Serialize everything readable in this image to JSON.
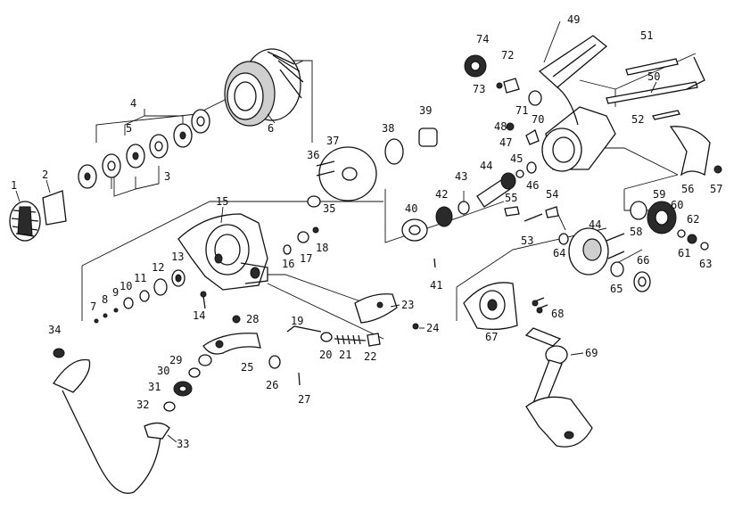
{
  "labels": [
    {
      "id": "1",
      "text": "1"
    },
    {
      "id": "2",
      "text": "2"
    },
    {
      "id": "3",
      "text": "3"
    },
    {
      "id": "4",
      "text": "4"
    },
    {
      "id": "5",
      "text": "5"
    },
    {
      "id": "6",
      "text": "6"
    },
    {
      "id": "7",
      "text": "7"
    },
    {
      "id": "8",
      "text": "8"
    },
    {
      "id": "9",
      "text": "9"
    },
    {
      "id": "10",
      "text": "10"
    },
    {
      "id": "11",
      "text": "11"
    },
    {
      "id": "12",
      "text": "12"
    },
    {
      "id": "13",
      "text": "13"
    },
    {
      "id": "14",
      "text": "14"
    },
    {
      "id": "15",
      "text": "15"
    },
    {
      "id": "16",
      "text": "16"
    },
    {
      "id": "17",
      "text": "17"
    },
    {
      "id": "18",
      "text": "18"
    },
    {
      "id": "19",
      "text": "19"
    },
    {
      "id": "20",
      "text": "20"
    },
    {
      "id": "21",
      "text": "21"
    },
    {
      "id": "22",
      "text": "22"
    },
    {
      "id": "23",
      "text": "23"
    },
    {
      "id": "24",
      "text": "24"
    },
    {
      "id": "25",
      "text": "25"
    },
    {
      "id": "26",
      "text": "26"
    },
    {
      "id": "27",
      "text": "27"
    },
    {
      "id": "28",
      "text": "28"
    },
    {
      "id": "29",
      "text": "29"
    },
    {
      "id": "30",
      "text": "30"
    },
    {
      "id": "31",
      "text": "31"
    },
    {
      "id": "32",
      "text": "32"
    },
    {
      "id": "33",
      "text": "33"
    },
    {
      "id": "34",
      "text": "34"
    },
    {
      "id": "35",
      "text": "35"
    },
    {
      "id": "36",
      "text": "36"
    },
    {
      "id": "37",
      "text": "37"
    },
    {
      "id": "38",
      "text": "38"
    },
    {
      "id": "39",
      "text": "39"
    },
    {
      "id": "40",
      "text": "40"
    },
    {
      "id": "41",
      "text": "41"
    },
    {
      "id": "42",
      "text": "42"
    },
    {
      "id": "43",
      "text": "43"
    },
    {
      "id": "44a",
      "text": "44"
    },
    {
      "id": "44b",
      "text": "44"
    },
    {
      "id": "45",
      "text": "45"
    },
    {
      "id": "46",
      "text": "46"
    },
    {
      "id": "47",
      "text": "47"
    },
    {
      "id": "48",
      "text": "48"
    },
    {
      "id": "49",
      "text": "49"
    },
    {
      "id": "50",
      "text": "50"
    },
    {
      "id": "51",
      "text": "51"
    },
    {
      "id": "52",
      "text": "52"
    },
    {
      "id": "53",
      "text": "53"
    },
    {
      "id": "54",
      "text": "54"
    },
    {
      "id": "55",
      "text": "55"
    },
    {
      "id": "56",
      "text": "56"
    },
    {
      "id": "57",
      "text": "57"
    },
    {
      "id": "58",
      "text": "58"
    },
    {
      "id": "59",
      "text": "59"
    },
    {
      "id": "60",
      "text": "60"
    },
    {
      "id": "61",
      "text": "61"
    },
    {
      "id": "62",
      "text": "62"
    },
    {
      "id": "63",
      "text": "63"
    },
    {
      "id": "64",
      "text": "64"
    },
    {
      "id": "65",
      "text": "65"
    },
    {
      "id": "66",
      "text": "66"
    },
    {
      "id": "67",
      "text": "67"
    },
    {
      "id": "68",
      "text": "68"
    },
    {
      "id": "69",
      "text": "69"
    },
    {
      "id": "70",
      "text": "70"
    },
    {
      "id": "71",
      "text": "71"
    },
    {
      "id": "72",
      "text": "72"
    },
    {
      "id": "73",
      "text": "73"
    },
    {
      "id": "74",
      "text": "74"
    }
  ]
}
